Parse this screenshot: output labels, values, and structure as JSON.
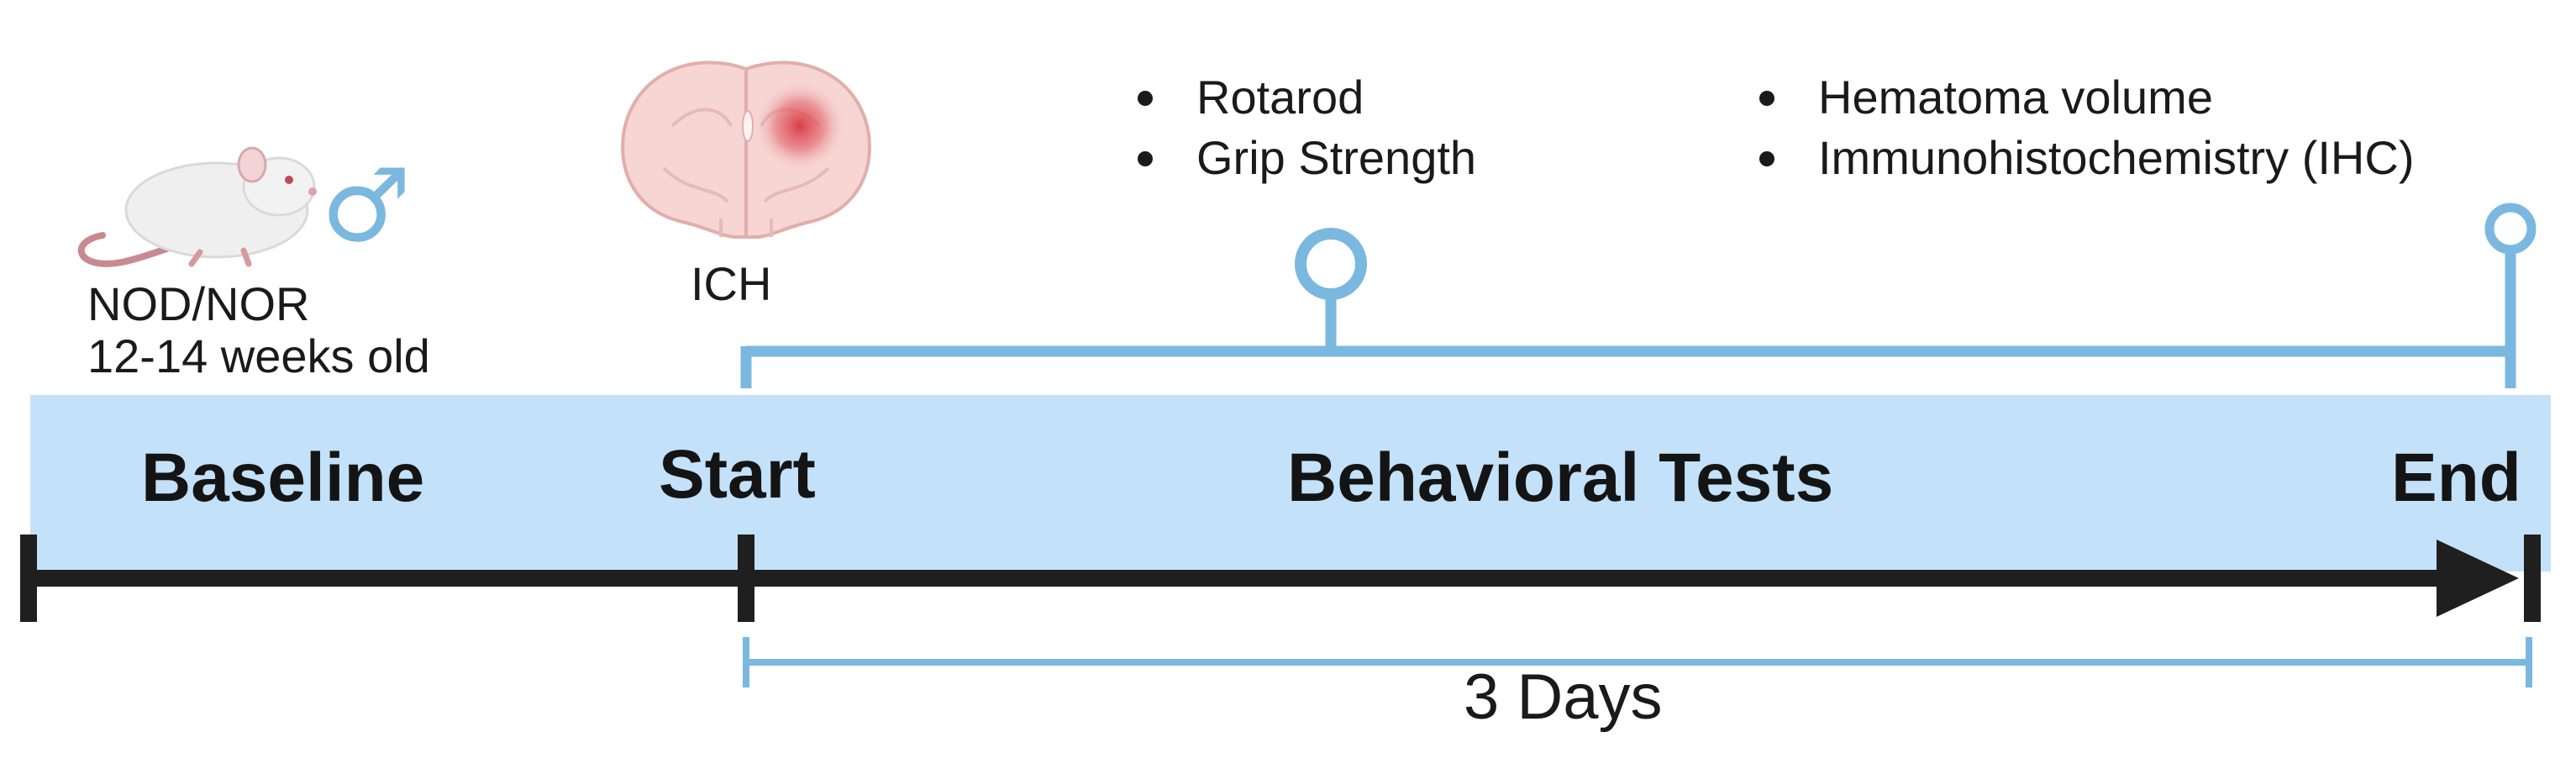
{
  "subject": {
    "strain": "NOD/NOR",
    "age": "12-14 weeks old",
    "sex_symbol": "♂",
    "icon": "mouse-icon"
  },
  "injury": {
    "label": "ICH",
    "icon": "brain-hemorrhage-icon"
  },
  "phases": {
    "baseline": "Baseline",
    "start": "Start",
    "behavioral": "Behavioral Tests",
    "end": "End"
  },
  "tests_mid": [
    "Rotarod",
    "Grip Strength"
  ],
  "tests_end": [
    "Hematoma volume",
    "Immunohistochemistry (IHC)"
  ],
  "duration": "3 Days",
  "colors": {
    "band": "#c3e1f9",
    "accent": "#7ab8df",
    "timeline": "#1f1f1f",
    "sex_symbol": "#7ab8df",
    "hemorrhage": "#d8343e"
  }
}
